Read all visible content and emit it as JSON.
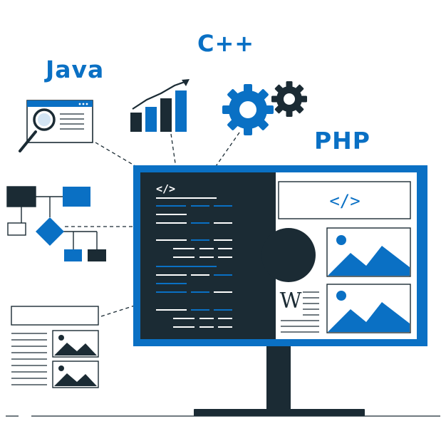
{
  "labels": {
    "java": "Java",
    "cpp": "C++",
    "php": "PHP"
  },
  "code_tags": {
    "editor": "</>",
    "preview": "</>"
  },
  "wordpress_glyph": "W",
  "icons": {
    "search-window": "search-icon",
    "growth-chart": "bar-chart-icon",
    "settings": "gear-icon",
    "flowchart": "flowchart-icon",
    "document-layout": "document-icon",
    "monitor": "monitor-icon"
  },
  "colors": {
    "accent_blue": "#0a70c4",
    "dark_navy": "#1b2b34",
    "white": "#ffffff"
  }
}
